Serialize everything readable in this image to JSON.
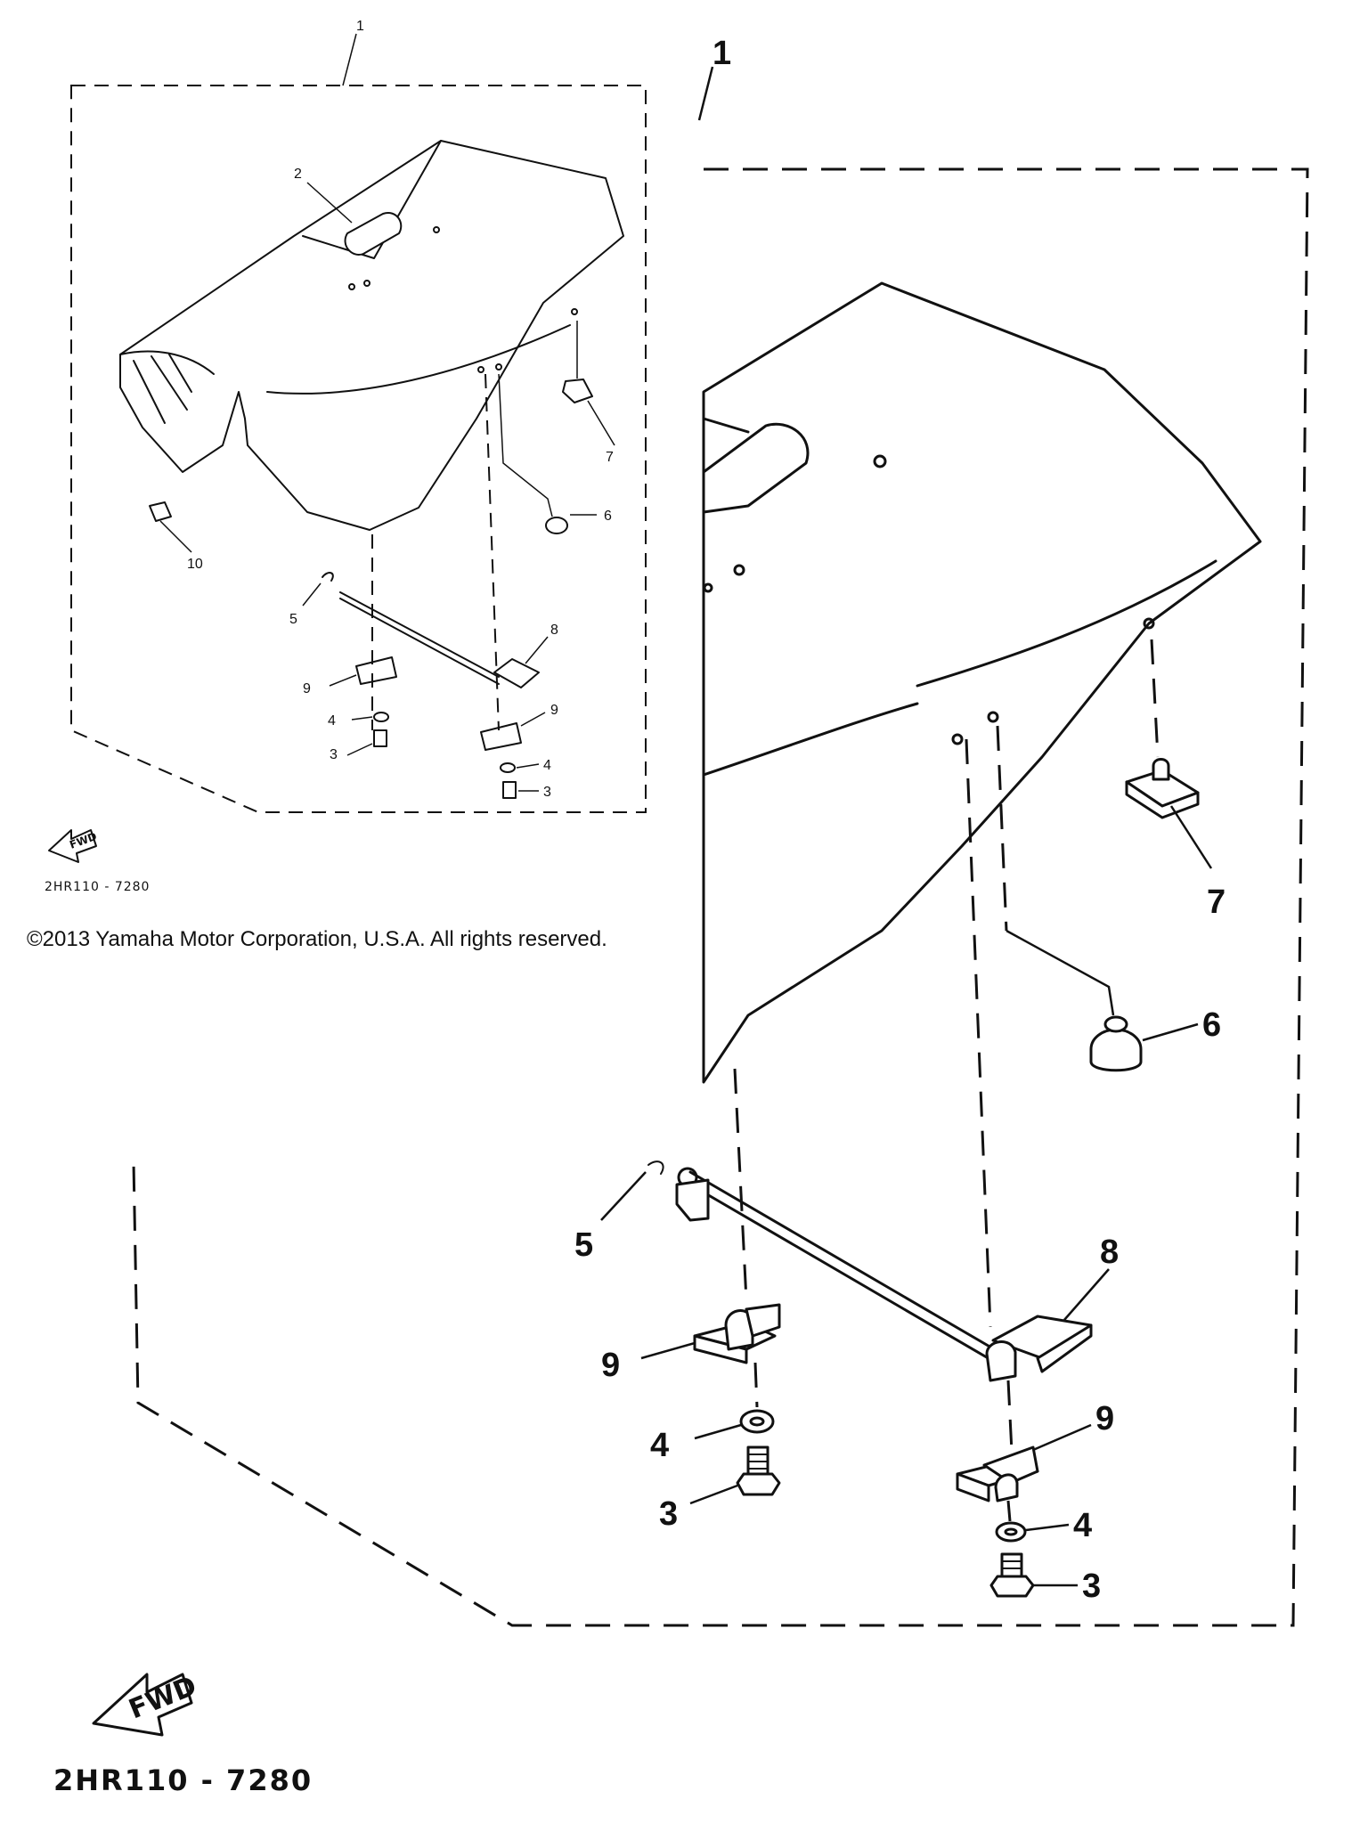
{
  "assembly_number": "1",
  "callouts": {
    "seat": "1",
    "handle": "2",
    "bolt": "3",
    "washer": "4",
    "spring": "5",
    "damper_6": "6",
    "damper_7": "7",
    "hook": "8",
    "bracket": "9",
    "damper_10": "10"
  },
  "direction_label": "FWD",
  "drawing_code": "2HR110 - 7280",
  "copyright": "©2013 Yamaha Motor Corporation, U.S.A. All rights reserved.",
  "colors": {
    "ink": "#111111",
    "paper": "#ffffff"
  },
  "icons": {
    "direction": "fwd-arrow-icon"
  }
}
